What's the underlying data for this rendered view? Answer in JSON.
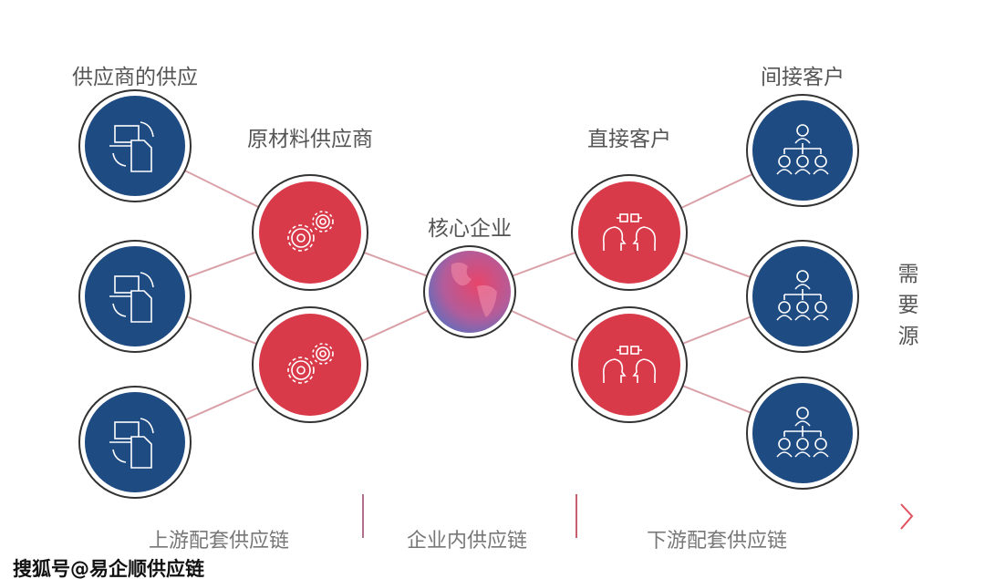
{
  "labels": {
    "suppliers_of_suppliers": "供应商的供应",
    "raw_material_suppliers": "原材料供应商",
    "core_enterprise": "核心企业",
    "direct_customers": "直接客户",
    "indirect_customers": "间接客户",
    "demand_source": [
      "需",
      "要",
      "源"
    ]
  },
  "axis": {
    "upstream": "上游配套供应链",
    "internal": "企业内供应链",
    "downstream": "下游配套供应链"
  },
  "watermark": "搜狐号@易企顺供应链",
  "colors": {
    "blue": "#1e4b82",
    "red": "#d93a4a",
    "line": "#d9a0a8"
  }
}
